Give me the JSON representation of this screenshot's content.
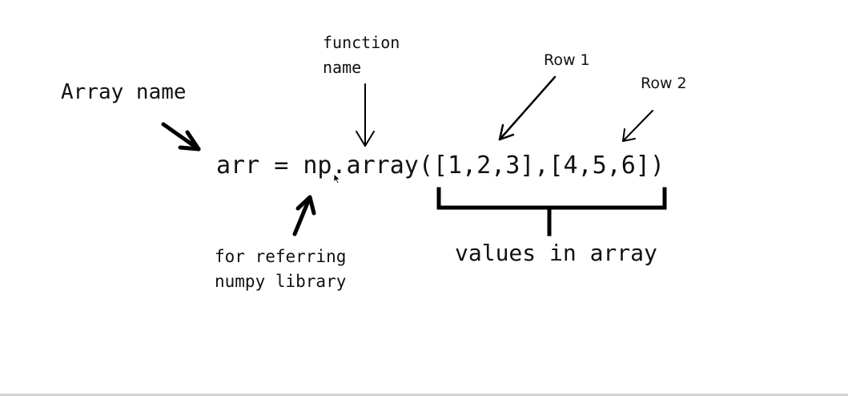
{
  "annotations": {
    "array_name": "Array name",
    "function_name_line1": "function",
    "function_name_line2": "name",
    "row1": "Row 1",
    "row2": "Row 2",
    "np_line1": "for referring",
    "np_line2": "numpy library",
    "values": "values in array"
  },
  "code": {
    "line": "arr = np.array([1,2,3],[4,5,6])"
  }
}
